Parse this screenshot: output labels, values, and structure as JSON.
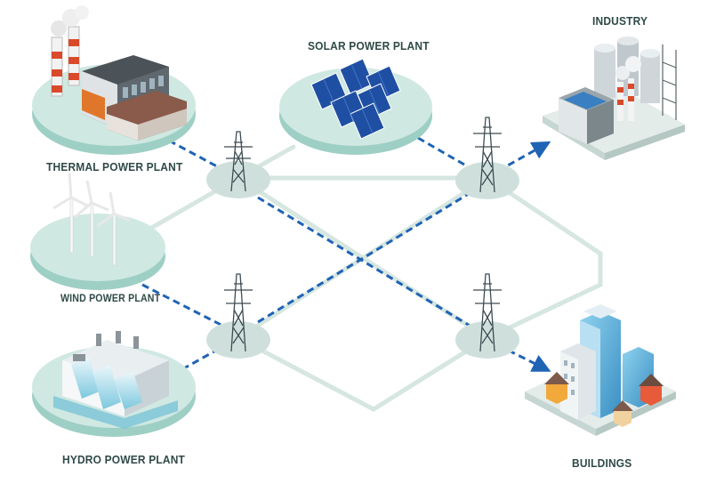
{
  "labels": {
    "thermal": "THERMAL POWER PLANT",
    "solar": "SOLAR POWER PLANT",
    "industry": "INDUSTRY",
    "wind": "WIND POWER PLANT",
    "hydro": "HYDRO POWER PLANT",
    "buildings": "BUILDINGS"
  },
  "colors": {
    "platform_top": "#cfe8e2",
    "platform_side": "#9ecfc5",
    "grid_line": "#d6e6e1",
    "flow_dash": "#1f63b5",
    "tower": "#3d4b52"
  },
  "icons": [
    "thermal-plant",
    "solar-panels",
    "wind-turbines",
    "hydro-dam",
    "transmission-tower",
    "factory",
    "city-buildings"
  ]
}
